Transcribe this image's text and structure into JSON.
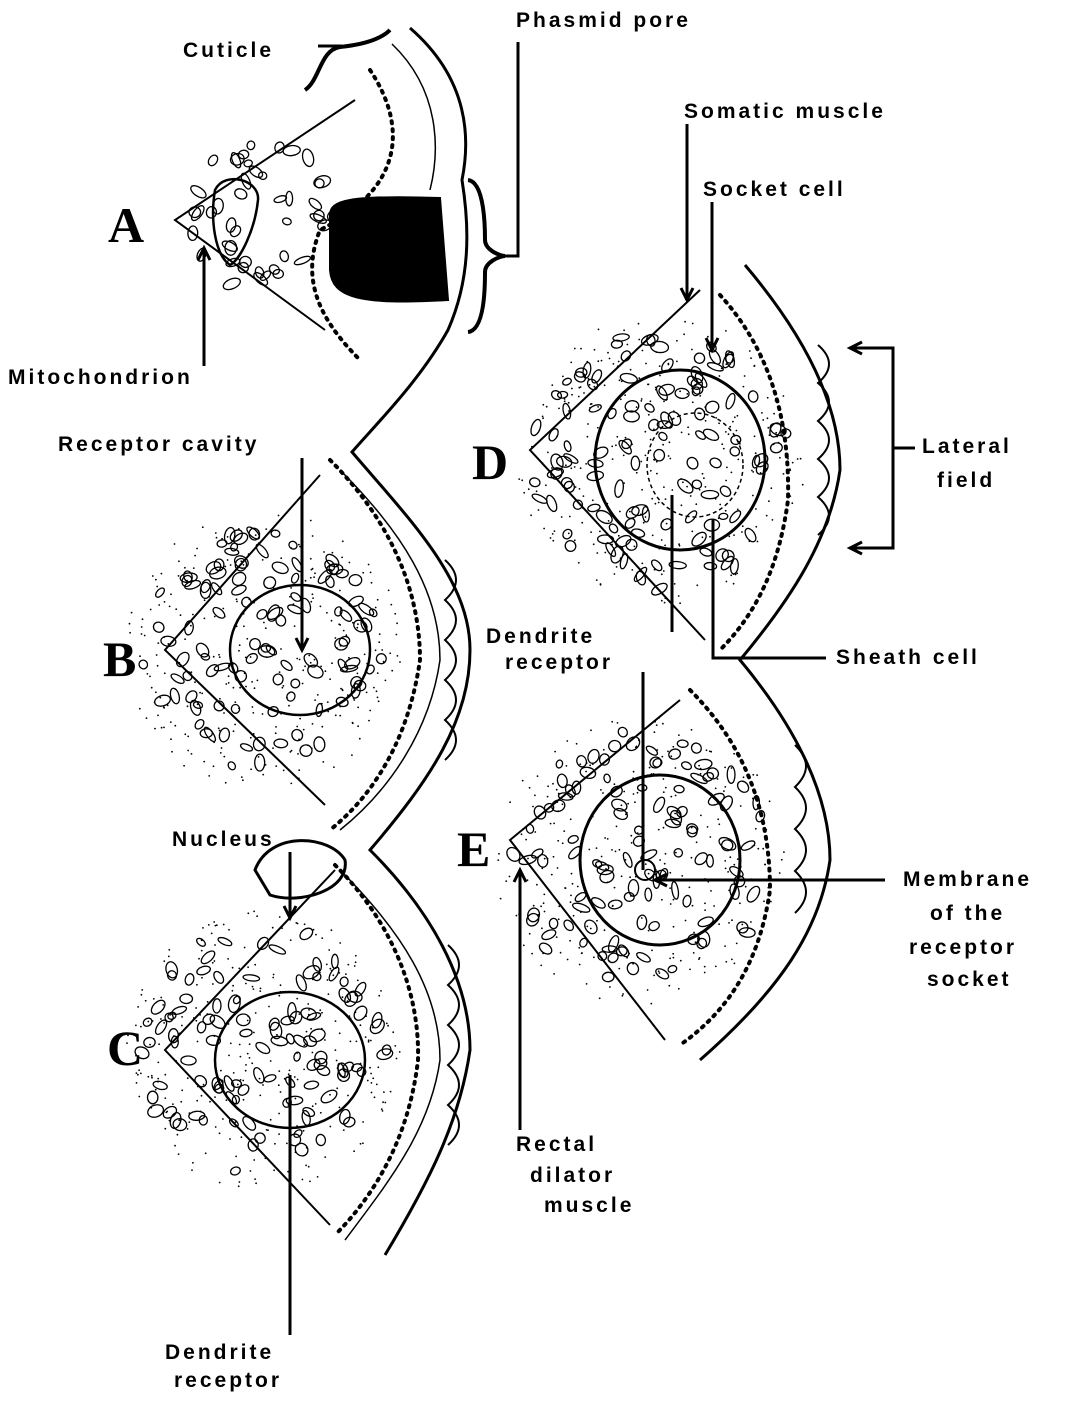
{
  "panels": [
    "A",
    "B",
    "C",
    "D",
    "E"
  ],
  "labels": {
    "cuticle": "Cuticle",
    "phasmid_pore": "Phasmid pore",
    "somatic_muscle": "Somatic muscle",
    "socket_cell": "Socket cell",
    "mitochondrion": "Mitochondrion",
    "receptor_cavity": "Receptor cavity",
    "lateral_field": [
      "Lateral",
      "field"
    ],
    "dendrite_receptor_d": [
      "Dendrite",
      "receptor"
    ],
    "sheath_cell": "Sheath cell",
    "nucleus": "Nucleus",
    "membrane_socket": [
      "Membrane",
      "of the",
      "receptor",
      "socket"
    ],
    "rectal_dilator": [
      "Rectal",
      "dilator",
      "muscle"
    ],
    "dendrite_receptor_c": [
      "Dendrite",
      "receptor"
    ]
  }
}
